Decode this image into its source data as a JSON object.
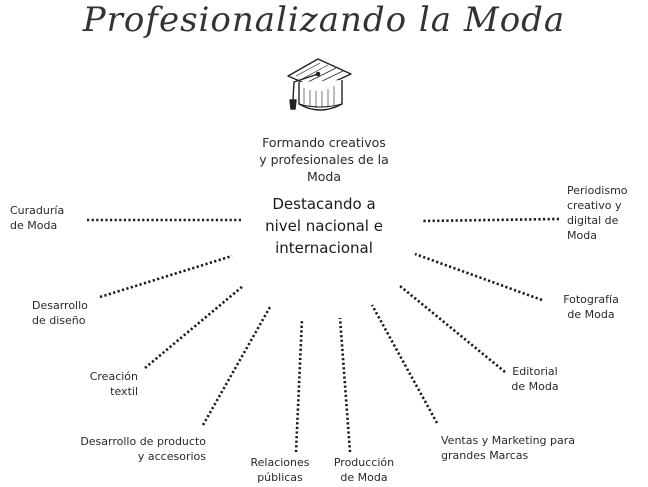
{
  "title": "Profesionalizando la Moda",
  "subtitle": [
    "Formando creativos",
    "y profesionales de la",
    "Moda"
  ],
  "center": [
    "Destacando a",
    "nivel nacional e",
    "internacional"
  ],
  "icons": {
    "cap": "graduation-cap-icon"
  },
  "branches": [
    {
      "id": "curaduria",
      "lines": [
        "Curaduría",
        "de Moda"
      ]
    },
    {
      "id": "desarrollo-diseno",
      "lines": [
        "Desarrollo",
        "de diseño"
      ]
    },
    {
      "id": "creacion-textil",
      "lines": [
        "Creación",
        "textil"
      ]
    },
    {
      "id": "desarrollo-producto",
      "lines": [
        "Desarrollo de producto",
        "y accesorios"
      ]
    },
    {
      "id": "relaciones-publicas",
      "lines": [
        "Relaciones",
        "públicas"
      ]
    },
    {
      "id": "produccion",
      "lines": [
        "Producción",
        "de Moda"
      ]
    },
    {
      "id": "ventas-marketing",
      "lines": [
        "Ventas y Marketing para",
        "grandes Marcas"
      ]
    },
    {
      "id": "editorial",
      "lines": [
        "Editorial",
        "de Moda"
      ]
    },
    {
      "id": "fotografia",
      "lines": [
        "Fotografía",
        "de Moda"
      ]
    },
    {
      "id": "periodismo",
      "lines": [
        "Periodismo",
        "creativo y",
        "digital de",
        "Moda"
      ]
    }
  ]
}
